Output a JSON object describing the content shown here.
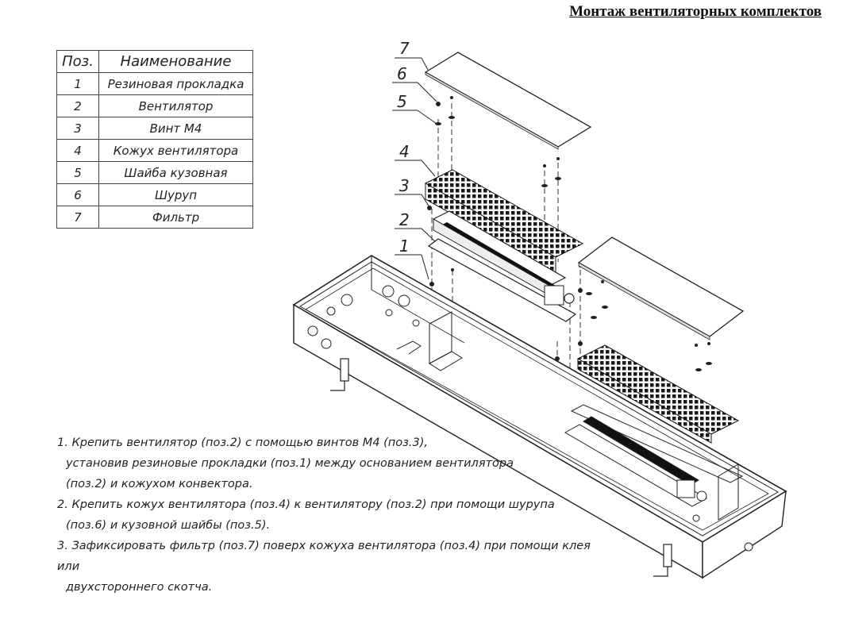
{
  "title": "Монтаж вентиляторных комплектов",
  "parts_table": {
    "header": {
      "pos": "Поз.",
      "name": "Наименование"
    },
    "rows": [
      {
        "pos": "1",
        "name": "Резиновая прокладка"
      },
      {
        "pos": "2",
        "name": "Вентилятор"
      },
      {
        "pos": "3",
        "name": "Винт М4"
      },
      {
        "pos": "4",
        "name": "Кожух вентилятора"
      },
      {
        "pos": "5",
        "name": "Шайба кузовная"
      },
      {
        "pos": "6",
        "name": "Шуруп"
      },
      {
        "pos": "7",
        "name": "Фильтр"
      }
    ]
  },
  "callouts": [
    "7",
    "6",
    "5",
    "4",
    "3",
    "2",
    "1"
  ],
  "notes": {
    "line1": "1. Крепить вентилятор (поз.2) с помощью винтов М4 (поз.3),",
    "line2": "установив резиновые прокладки (поз.1) между основанием вентилятора",
    "line3": "(поз.2) и кожухом конвектора.",
    "line4": "2. Крепить кожух вентилятора (поз.4) к вентилятору (поз.2) при помощи шурупа",
    "line5": "(поз.6) и кузовной шайбы (поз.5).",
    "line6": "3. Зафиксировать фильтр (поз.7) поверх кожуха вентилятора (поз.4) при помощи клея или",
    "line7": "двухстороннего скотча."
  },
  "colors": {
    "ink": "#222222",
    "paper": "#ffffff",
    "grille": "#1a1a1a"
  }
}
